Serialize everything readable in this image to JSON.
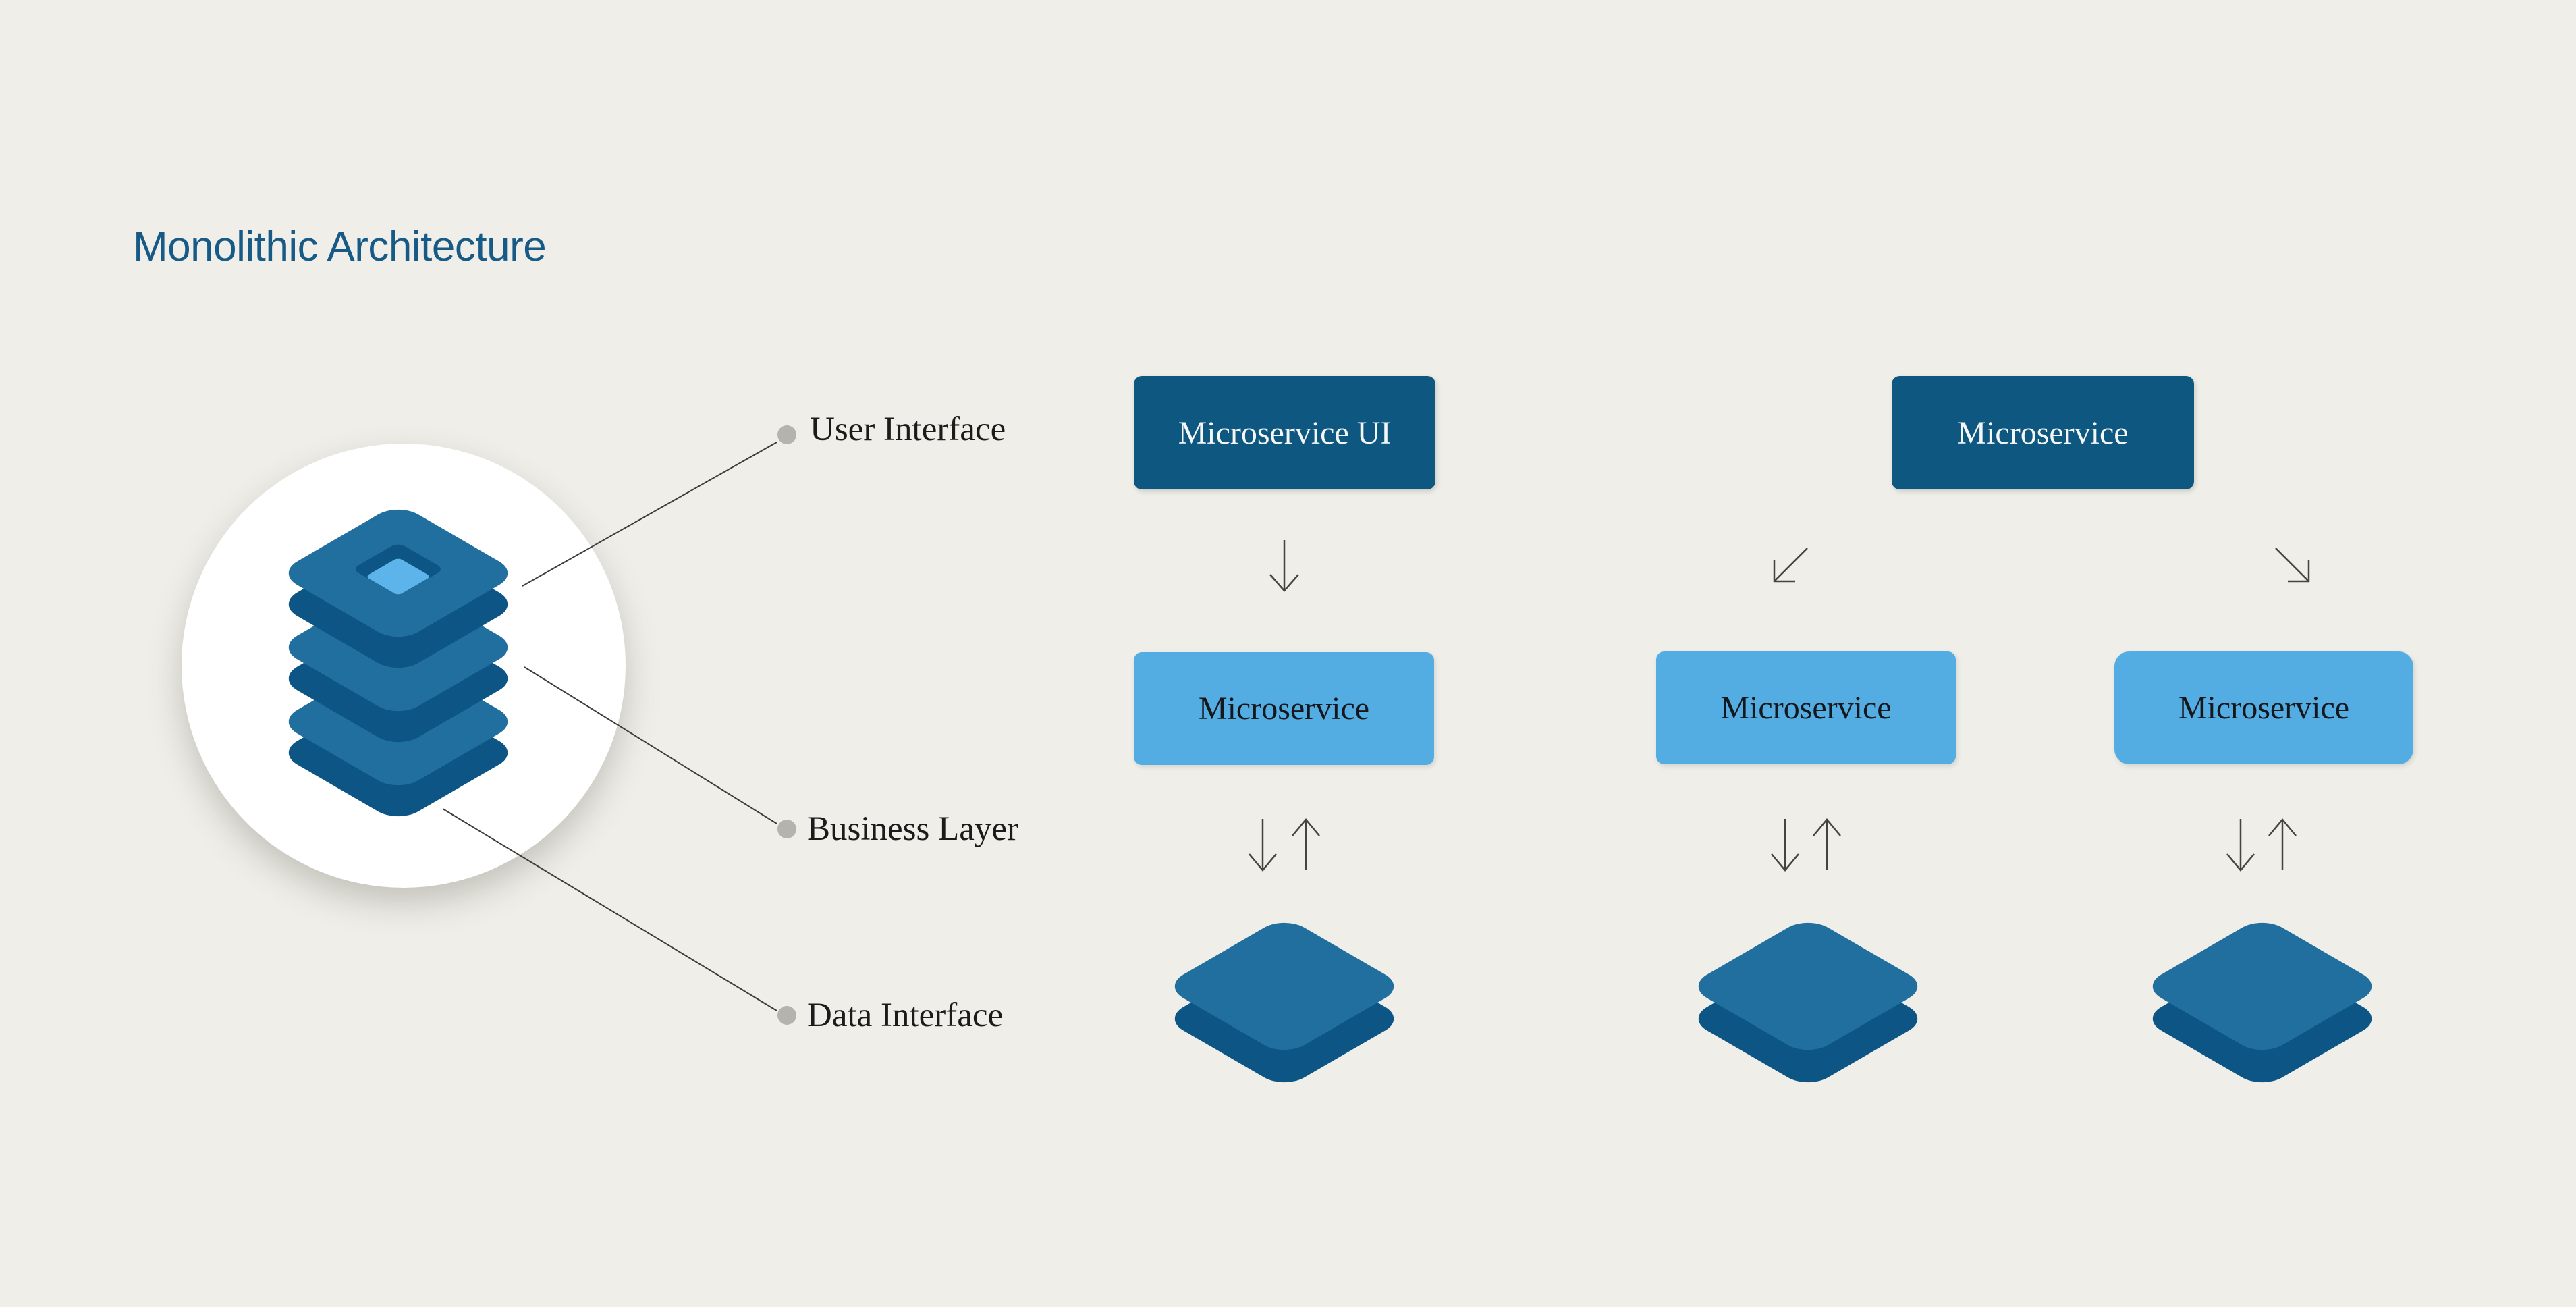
{
  "title": "Monolithic Architecture",
  "monolith": {
    "labels": [
      {
        "text": "User Interface"
      },
      {
        "text": "Business Layer"
      },
      {
        "text": "Data Interface"
      }
    ]
  },
  "services": {
    "row_top": [
      {
        "label": "Microservice UI"
      },
      {
        "label": "Microservice"
      }
    ],
    "row_middle": [
      {
        "label": "Microservice"
      },
      {
        "label": "Microservice"
      },
      {
        "label": "Microservice"
      }
    ]
  },
  "icons": [
    "stack-icon",
    "data-slab-icon",
    "down-arrow-icon",
    "up-arrow-icon",
    "down-left-arrow-icon",
    "down-right-arrow-icon",
    "connector-dot"
  ],
  "colors": {
    "background": "#efeee9",
    "title_blue": "#175a86",
    "dark_box": "#0e5780",
    "light_box": "#54ade2",
    "slab_face": "#216f9f",
    "slab_side": "#0c5584",
    "inset_light": "#5db4ea",
    "dot_gray": "#b4b3ad",
    "line_dark": "#3c3c39",
    "circle_white": "#ffffff"
  }
}
